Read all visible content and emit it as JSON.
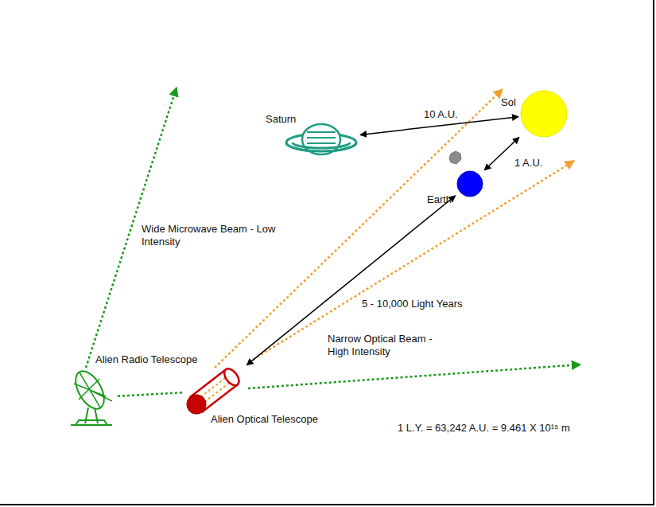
{
  "diagram": {
    "nodes": [
      {
        "text": [
          "Saturn"
        ]
      },
      {
        "text": [
          "Sol"
        ]
      },
      {
        "text": [
          "Earth"
        ]
      },
      {
        "text": [
          "Alien Radio Telescope"
        ]
      },
      {
        "text": [
          "Alien Optical Telescope"
        ]
      }
    ],
    "edges": [
      {
        "from": 0,
        "to": 1,
        "label": "10 A.U.",
        "arrow": "both"
      },
      {
        "from": 2,
        "to": 1,
        "label": "1 A.U.",
        "arrow": "both"
      },
      {
        "from": 2,
        "to": 4,
        "label": "5 - 10,000 Light Years",
        "arrow": "both"
      },
      {
        "from": 3,
        "to": 4,
        "arrow": "none"
      }
    ],
    "labels": [
      "Wide Microwave Beam - Low Intensity",
      "Narrow Optical Beam - High Intensity",
      "1 L.Y. = 63,242 A.U. = 9.461 X 10¹⁵ m"
    ]
  }
}
